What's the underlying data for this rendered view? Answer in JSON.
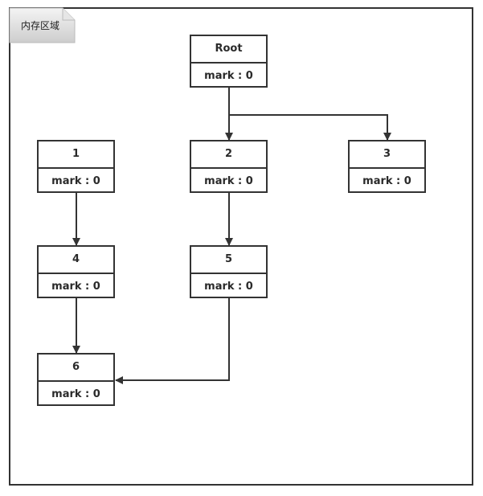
{
  "region": {
    "label": "内存区域"
  },
  "nodes": [
    {
      "id": "root",
      "name": "Root",
      "mark": "mark : 0"
    },
    {
      "id": "n1",
      "name": "1",
      "mark": "mark : 0"
    },
    {
      "id": "n2",
      "name": "2",
      "mark": "mark : 0"
    },
    {
      "id": "n3",
      "name": "3",
      "mark": "mark : 0"
    },
    {
      "id": "n4",
      "name": "4",
      "mark": "mark : 0"
    },
    {
      "id": "n5",
      "name": "5",
      "mark": "mark : 0"
    },
    {
      "id": "n6",
      "name": "6",
      "mark": "mark : 0"
    }
  ],
  "edges": [
    {
      "from": "Root",
      "to": "2"
    },
    {
      "from": "Root",
      "to": "3"
    },
    {
      "from": "1",
      "to": "4"
    },
    {
      "from": "2",
      "to": "5"
    },
    {
      "from": "4",
      "to": "6"
    },
    {
      "from": "5",
      "to": "6"
    }
  ],
  "colors": {
    "stroke": "#333333",
    "tab_fill_top": "#f2f2f2",
    "tab_fill_bottom": "#cfcfcf"
  }
}
